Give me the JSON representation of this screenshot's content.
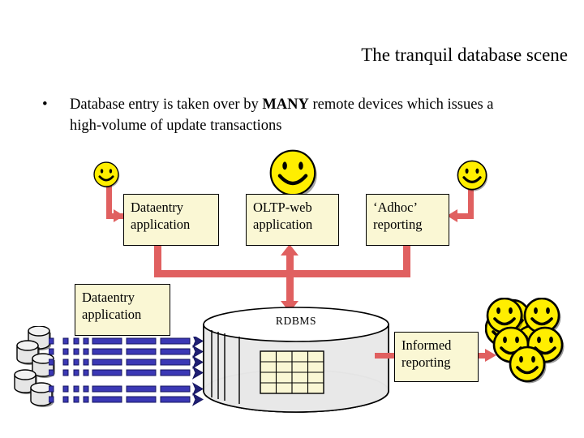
{
  "slide": {
    "title": "The tranquil database scene",
    "bullet_marker": "•",
    "bullet_prefix": "Database entry is taken over by ",
    "bullet_emphasis": "MANY",
    "bullet_suffix": " remote devices which issues a high-volume of update transactions"
  },
  "boxes": {
    "dataentry": "Dataentry application",
    "dataentry_line1": "Dataentry",
    "dataentry_line2": "application",
    "oltp_line1": "OLTP-web",
    "oltp_line2": "application",
    "adhoc_line1": "‘Adhoc’",
    "adhoc_line2": "reporting",
    "dataentry2_line1": "Dataentry",
    "dataentry2_line2": "application",
    "informed_line1": "Informed",
    "informed_line2": "reporting"
  },
  "database": {
    "label": "RDBMS",
    "table_rows": 4,
    "table_cols": 4
  },
  "icons": {
    "smiley_left": "smiley-face-icon",
    "smiley_mid": "smiley-face-icon",
    "smiley_right": "smiley-face-icon",
    "smiley_crowd": "smiley-face-crowd-icon",
    "devices": "device-cylinder-stack-icon",
    "transactions": "dashed-arrow-icon",
    "database": "database-cylinder-icon"
  },
  "colors": {
    "box_fill": "#FAF7D4",
    "box_border": "#000000",
    "connector_red": "#E06060",
    "transaction_blue": "#3B38B5",
    "smiley_yellow": "#FFEE00",
    "cylinder_gray": "#E8E8E8",
    "table_yellow": "#FAF7D4",
    "background": "#FFFFFF"
  },
  "counts": {
    "device_cylinders": 5,
    "transaction_arrows": 6,
    "crowd_smileys": 7
  }
}
